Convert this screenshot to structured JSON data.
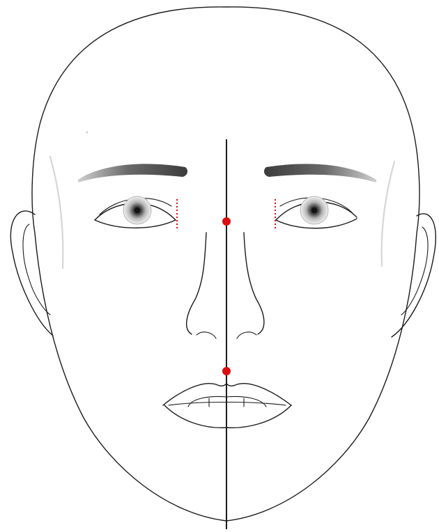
{
  "diagram": {
    "subject": "frontal-face-proportions",
    "colors": {
      "line": "#1a1a1a",
      "marker": "#d90f0f",
      "brow_dark": "#3c3c3c",
      "brow_light": "#d0d0d0",
      "faint_contour": "#d6d6d6"
    },
    "landmarks": [
      {
        "name": "nasion-point"
      },
      {
        "name": "subnasale-point"
      }
    ],
    "reference_lines": [
      {
        "name": "facial-midline",
        "style": "solid"
      },
      {
        "name": "left-inner-canthus-line",
        "style": "dotted"
      },
      {
        "name": "right-inner-canthus-line",
        "style": "dotted"
      }
    ]
  }
}
